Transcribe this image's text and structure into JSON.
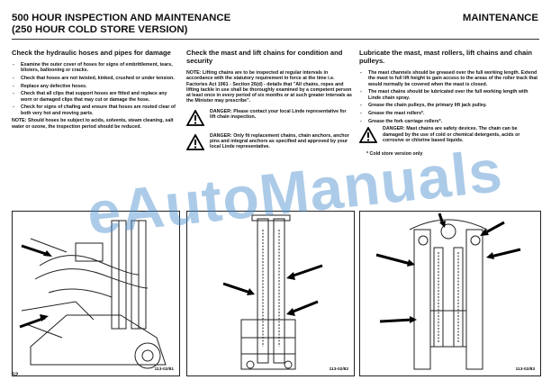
{
  "header": {
    "title_line1": "500 HOUR INSPECTION AND MAINTENANCE",
    "title_line2": "(250 HOUR COLD STORE VERSION)",
    "section": "MAINTENANCE"
  },
  "col1": {
    "heading": "Check the hydraulic hoses and pipes for damage",
    "items": [
      "Examine the outer cover of hoses for signs of embrittlement, tears, blisters, ballooning or cracks.",
      "Check that hoses are not twisted, kinked, crushed or under tension.",
      "Replace any defective hoses.",
      "Check that all clips that support hoses are fitted and replace any worn or damaged clips that may cut or damage the hose.",
      "Check for signs of chafing and ensure that hoses are routed clear of both very hot and moving parts."
    ],
    "note": "NOTE: Should hoses be subject to acids, solvents, steam cleaning, salt water or ozone, the inspection period should be reduced."
  },
  "col2": {
    "heading": "Check the mast and lift chains for condition and security",
    "note": "NOTE: Lifting chains are to be inspected at regular intervals in accordance with the statutory requirement in force at the time i.e. Factories Act 1961 - Section 26(d) - details that \"All chains, ropes and lifting tackle in use shall be thoroughly examined by a competent person at least once in every period of six months or at such greater intervals as the Minister may prescribe\".",
    "danger1": "DANGER: Please contact your local Linde representative for lift chain inspection.",
    "danger2": "DANGER: Only fit replacement chains, chain anchors, anchor pins and integral anchors as specified and approved by your local Linde representative."
  },
  "col3": {
    "heading": "Lubricate the mast, mast rollers, lift chains and chain pulleys.",
    "items": [
      "The mast channels should be greased over the full working length. Extend the mast to full lift height to gain access to the areas of the roller track that would normally be covered when the mast is closed.",
      "The mast chains should be lubricated over the full working length with Linde chain spray.",
      "Grease the chain pulleys, the primary lift jack pulley.",
      "Grease the mast rollers*.",
      "Grease the fork carriage rollers*."
    ],
    "danger": "DANGER: Mast chains are safety devices. The chain can be damaged by the use of cold or chemical detergents, acids or corrosive or chlorine based liquids.",
    "footnote": "*    Cold store version only"
  },
  "figures": [
    {
      "code": "113-02/81"
    },
    {
      "code": "113-02/82"
    },
    {
      "code": "113-02/83"
    }
  ],
  "page_number": "52",
  "watermark": "eAutoManuals"
}
